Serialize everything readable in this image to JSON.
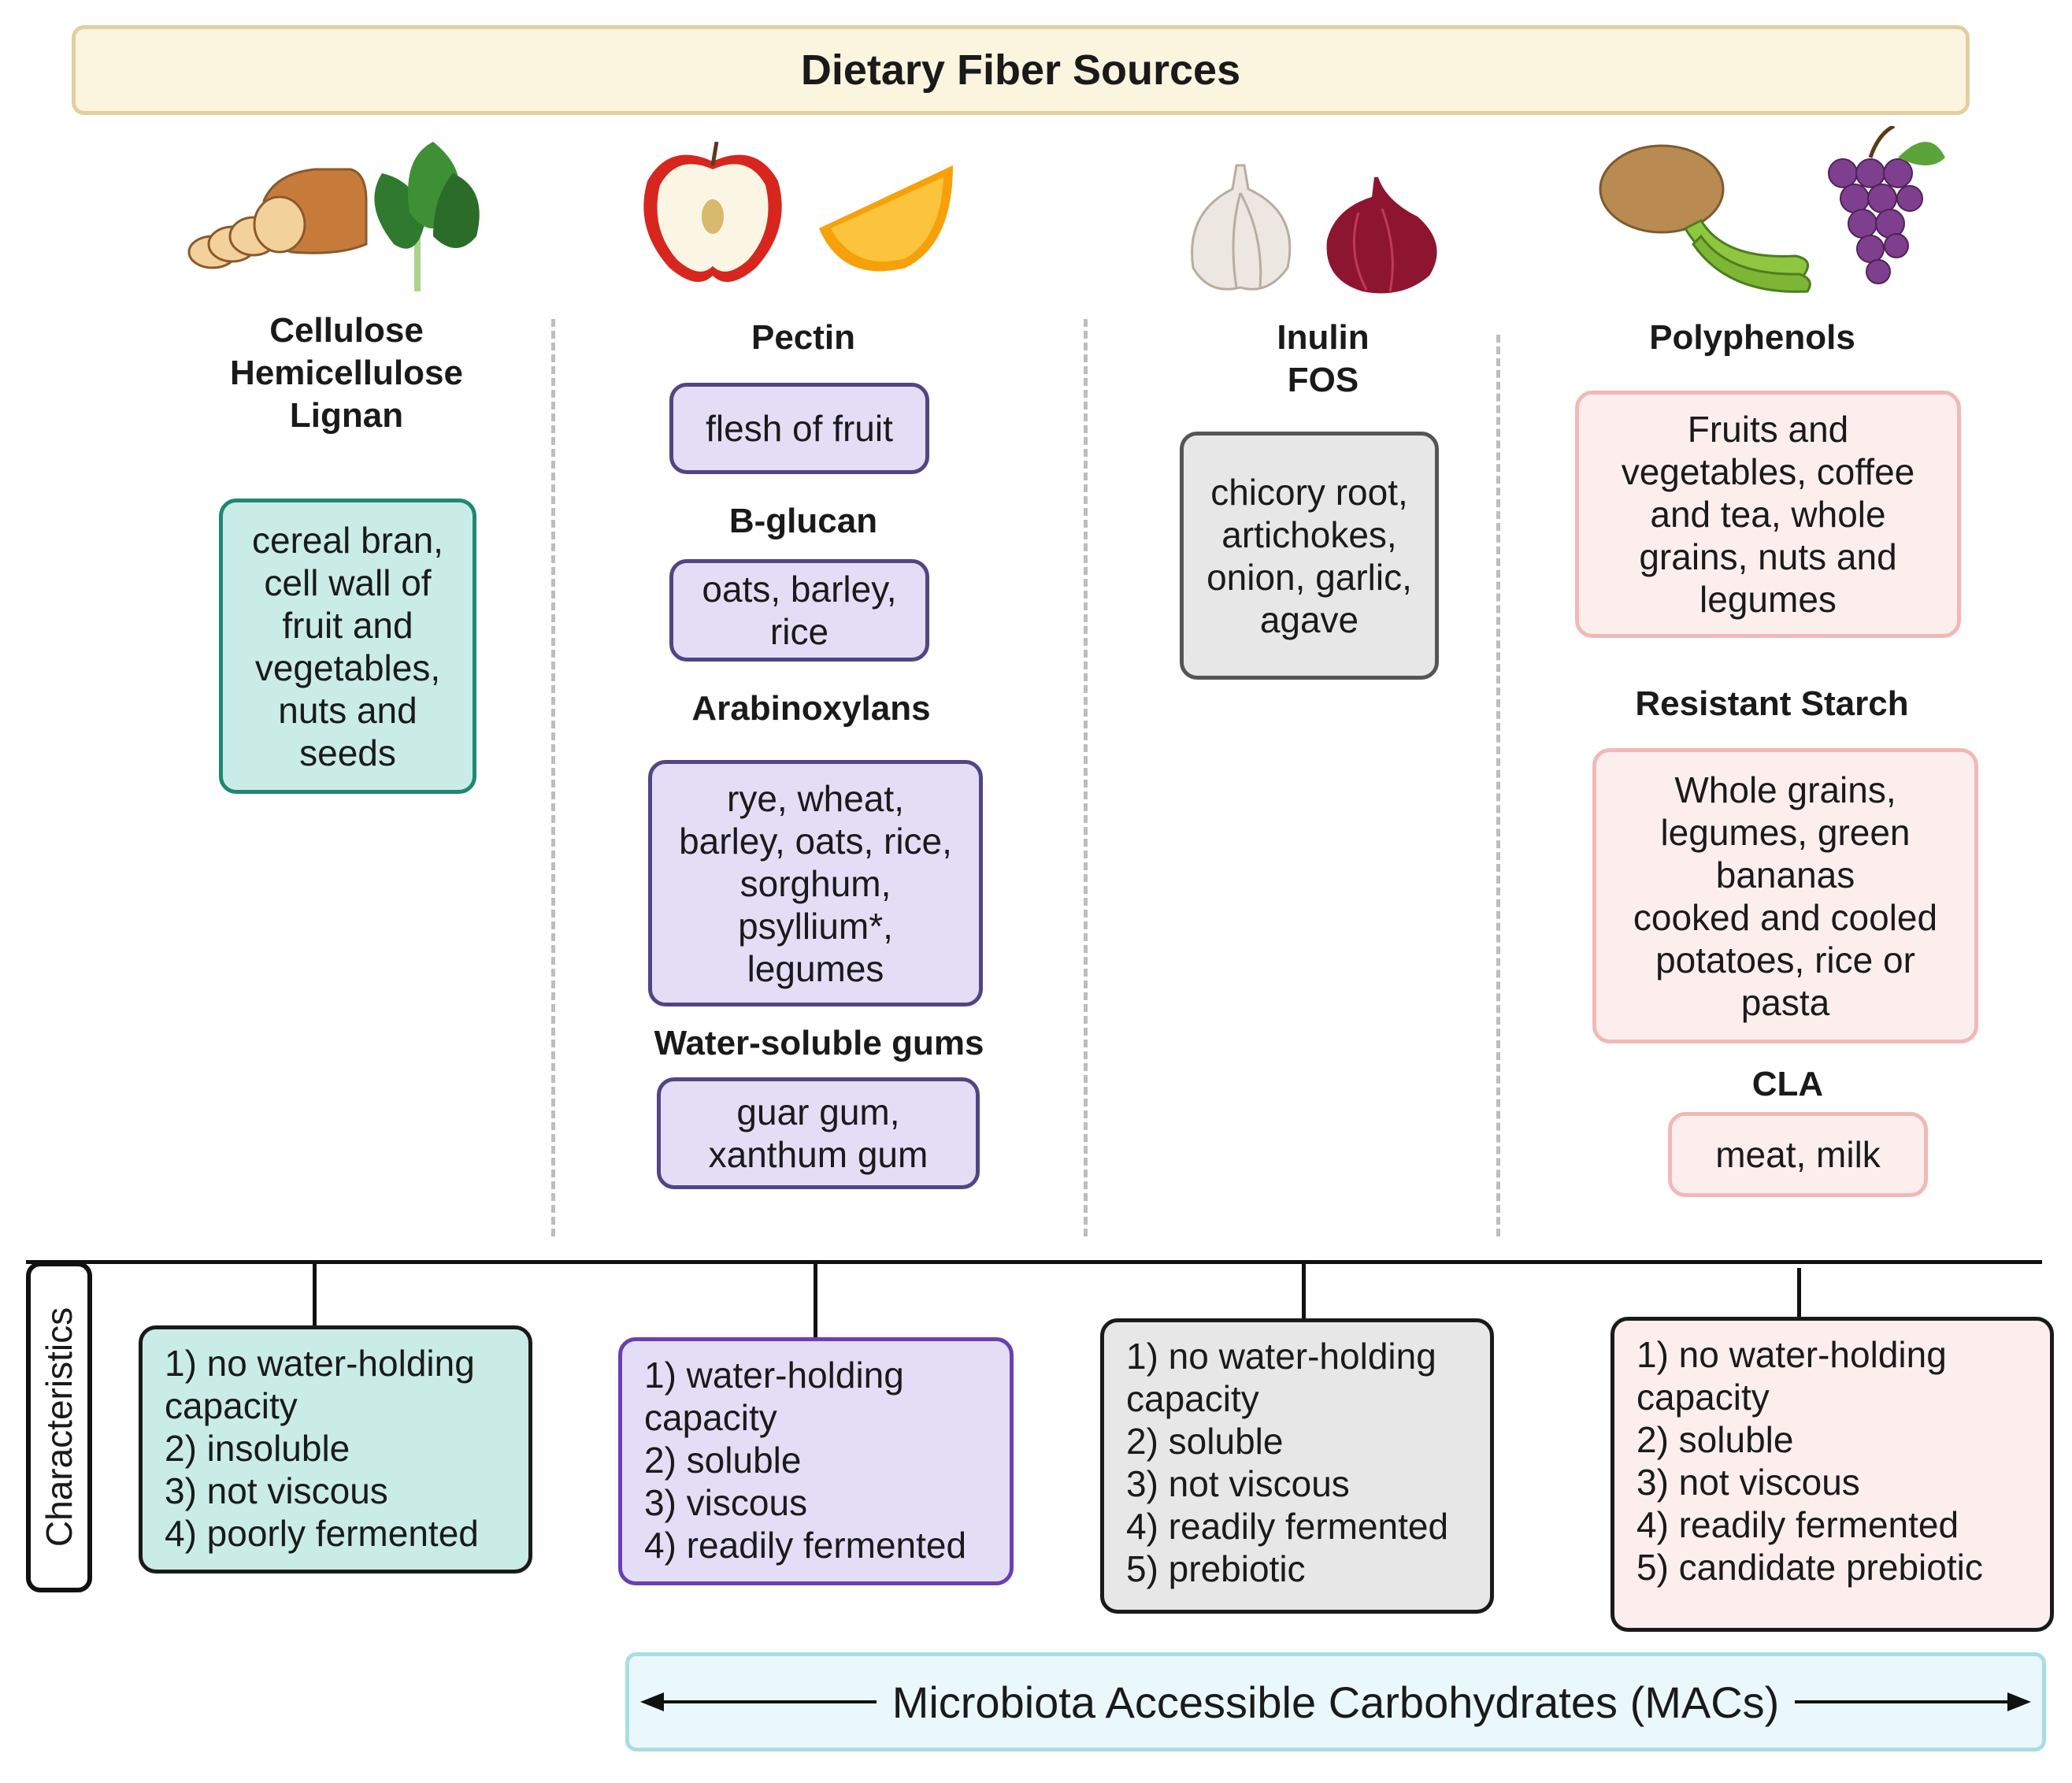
{
  "title": "Dietary Fiber Sources",
  "columns": [
    {
      "header": "Cellulose\nHemicellulose\nLignan",
      "sources": "cereal bran,\ncell wall of\nfruit and\nvegetables,\nnuts and\nseeds"
    },
    {
      "groups": [
        {
          "header": "Pectin",
          "sources": "flesh of fruit"
        },
        {
          "header": "B-glucan",
          "sources": "oats, barley,\nrice"
        },
        {
          "header": "Arabinoxylans",
          "sources": "rye, wheat,\nbarley, oats, rice,\nsorghum,\npsyllium*,\nlegumes"
        },
        {
          "header": "Water-soluble gums",
          "sources": "guar gum,\nxanthum gum"
        }
      ]
    },
    {
      "header": "Inulin\nFOS",
      "sources": "chicory root,\nartichokes,\nonion, garlic,\nagave"
    },
    {
      "groups": [
        {
          "header": "Polyphenols",
          "sources": "Fruits and\nvegetables, coffee\nand tea, whole\ngrains, nuts and\nlegumes"
        },
        {
          "header": "Resistant Starch",
          "sources": "Whole grains,\nlegumes, green\nbananas\ncooked and cooled\npotatoes, rice or\npasta"
        },
        {
          "header": "CLA",
          "sources": "meat, milk"
        }
      ]
    }
  ],
  "characteristics_label": "Characteristics",
  "characteristics": [
    [
      "1) no water-holding",
      "capacity",
      "2) insoluble",
      "3) not viscous",
      "4) poorly fermented"
    ],
    [
      "1) water-holding",
      "capacity",
      "2) soluble",
      "3) viscous",
      "4) readily fermented"
    ],
    [
      "1) no water-holding",
      "capacity",
      "2) soluble",
      "3) not viscous",
      "4) readily fermented",
      "5) prebiotic"
    ],
    [
      "1) no water-holding",
      "capacity",
      "2) soluble",
      "3) not viscous",
      "4) readily fermented",
      "5) candidate prebiotic"
    ]
  ],
  "macs_label": "Microbiota Accessible Carbohydrates (MACs)",
  "colors": {
    "teal": "#c9ece6",
    "purple": "#e3def6",
    "gray": "#e7e7e7",
    "pink": "#fdeeee",
    "banner": "#fbf5df"
  }
}
